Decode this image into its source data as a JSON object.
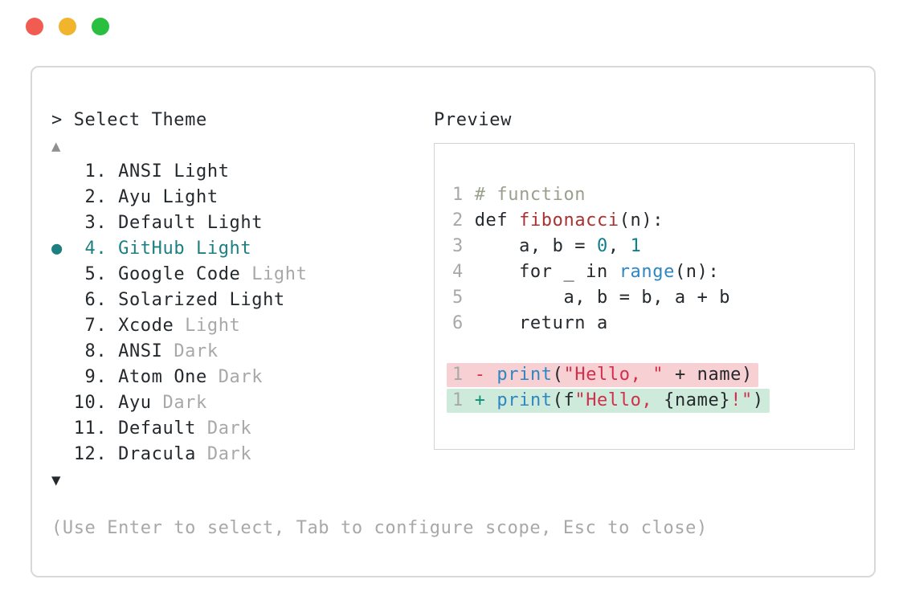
{
  "window": {
    "controls": [
      {
        "name": "close",
        "color": "#f15b52"
      },
      {
        "name": "minimize",
        "color": "#f0b42d"
      },
      {
        "name": "zoom",
        "color": "#2bbf40"
      }
    ]
  },
  "dialog": {
    "title": "> Select Theme",
    "scroll_up_glyph": "▲",
    "scroll_down_glyph": "▼",
    "selected_marker_glyph": "●",
    "help_text": "(Use Enter to select, Tab to configure scope, Esc to close)",
    "themes": [
      {
        "number": 1,
        "name": "ANSI",
        "suffix": "Light",
        "dim_suffix": false,
        "selected": false
      },
      {
        "number": 2,
        "name": "Ayu",
        "suffix": "Light",
        "dim_suffix": false,
        "selected": false
      },
      {
        "number": 3,
        "name": "Default",
        "suffix": "Light",
        "dim_suffix": false,
        "selected": false
      },
      {
        "number": 4,
        "name": "GitHub",
        "suffix": "Light",
        "dim_suffix": false,
        "selected": true
      },
      {
        "number": 5,
        "name": "Google Code",
        "suffix": "Light",
        "dim_suffix": true,
        "selected": false
      },
      {
        "number": 6,
        "name": "Solarized",
        "suffix": "Light",
        "dim_suffix": false,
        "selected": false
      },
      {
        "number": 7,
        "name": "Xcode",
        "suffix": "Light",
        "dim_suffix": true,
        "selected": false
      },
      {
        "number": 8,
        "name": "ANSI",
        "suffix": "Dark",
        "dim_suffix": true,
        "selected": false
      },
      {
        "number": 9,
        "name": "Atom One",
        "suffix": "Dark",
        "dim_suffix": true,
        "selected": false
      },
      {
        "number": 10,
        "name": "Ayu",
        "suffix": "Dark",
        "dim_suffix": true,
        "selected": false
      },
      {
        "number": 11,
        "name": "Default",
        "suffix": "Dark",
        "dim_suffix": true,
        "selected": false
      },
      {
        "number": 12,
        "name": "Dracula",
        "suffix": "Dark",
        "dim_suffix": true,
        "selected": false
      }
    ]
  },
  "preview": {
    "label": "Preview",
    "code_lines": [
      {
        "num": "1",
        "bg": null,
        "segments": [
          {
            "text": "# function",
            "token": "comment"
          }
        ]
      },
      {
        "num": "2",
        "bg": null,
        "segments": [
          {
            "text": "def ",
            "token": "text"
          },
          {
            "text": "fibonacci",
            "token": "func"
          },
          {
            "text": "(n):",
            "token": "text"
          }
        ]
      },
      {
        "num": "3",
        "bg": null,
        "segments": [
          {
            "text": "    a, b = ",
            "token": "text"
          },
          {
            "text": "0",
            "token": "number"
          },
          {
            "text": ", ",
            "token": "text"
          },
          {
            "text": "1",
            "token": "number"
          }
        ]
      },
      {
        "num": "4",
        "bg": null,
        "segments": [
          {
            "text": "    for _ in ",
            "token": "text"
          },
          {
            "text": "range",
            "token": "builtin"
          },
          {
            "text": "(n):",
            "token": "text"
          }
        ]
      },
      {
        "num": "5",
        "bg": null,
        "segments": [
          {
            "text": "        a, b = b, a + b",
            "token": "text"
          }
        ]
      },
      {
        "num": "6",
        "bg": null,
        "segments": [
          {
            "text": "    return a",
            "token": "text"
          }
        ]
      },
      {
        "num": "",
        "bg": null,
        "segments": []
      },
      {
        "num": "1",
        "bg": "removed",
        "segments": [
          {
            "text": "- ",
            "token": "diff-minus"
          },
          {
            "text": "print",
            "token": "builtin"
          },
          {
            "text": "(",
            "token": "text"
          },
          {
            "text": "\"Hello, \"",
            "token": "string"
          },
          {
            "text": " + name)",
            "token": "text"
          }
        ]
      },
      {
        "num": "1",
        "bg": "added",
        "segments": [
          {
            "text": "+ ",
            "token": "diff-plus"
          },
          {
            "text": "print",
            "token": "builtin"
          },
          {
            "text": "(f",
            "token": "text"
          },
          {
            "text": "\"Hello, ",
            "token": "string"
          },
          {
            "text": "{name}",
            "token": "text"
          },
          {
            "text": "!\"",
            "token": "string"
          },
          {
            "text": ")",
            "token": "text"
          }
        ]
      }
    ]
  },
  "colors": {
    "text-dark": "#24292e",
    "text-dim": "#a8a8a8",
    "accent-teal": "#1d7f7f",
    "comment": "#99a08e",
    "func-red": "#a93131",
    "number-teal": "#0e808c",
    "builtin-blue": "#2e86c2",
    "string-red": "#d12f4c",
    "diff-minus-red": "#d4324c",
    "diff-plus-green": "#0f9178",
    "removed-bg": "#f7d0d3",
    "added-bg": "#cdeada",
    "panel-border": "#d8d8d8",
    "preview-border": "#d3d3d3",
    "arrow-dim": "#8f8f8f",
    "arrow-dark": "#24292e",
    "line-number": "#a8a8a8"
  }
}
